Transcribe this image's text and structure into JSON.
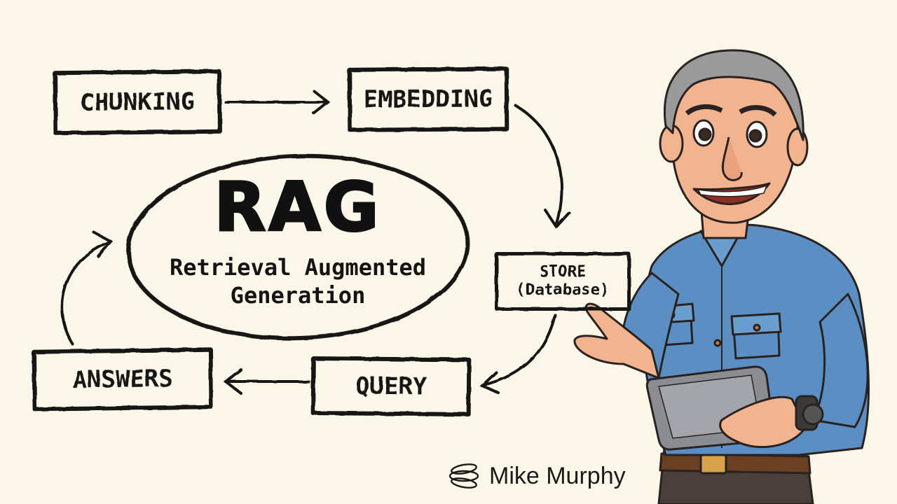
{
  "diagram": {
    "center": {
      "title": "RAG",
      "subtitle_line1": "Retrieval Augmented",
      "subtitle_line2": "Generation"
    },
    "nodes": {
      "chunking": "CHUNKING",
      "embedding": "EMBEDDING",
      "store_line1": "STORE",
      "store_line2": "(Database)",
      "query": "QUERY",
      "answers": "ANSWERS"
    },
    "flow": [
      "CHUNKING",
      "EMBEDDING",
      "STORE",
      "QUERY",
      "ANSWERS",
      "RAG"
    ]
  },
  "author": {
    "name": "Mike Murphy",
    "logo_icon": "spiral-logo-icon"
  },
  "illustration": {
    "subject": "cartoon-man-pointing-holding-tablet-icon",
    "shirt_color": "#5b8fc4",
    "skin_color": "#f2b48f",
    "hair_color": "#9a9a9a",
    "tablet_color": "#8b8d92",
    "trousers_color": "#4a3f3a"
  },
  "colors": {
    "background": "#fbf7e8",
    "ink": "#141414"
  }
}
